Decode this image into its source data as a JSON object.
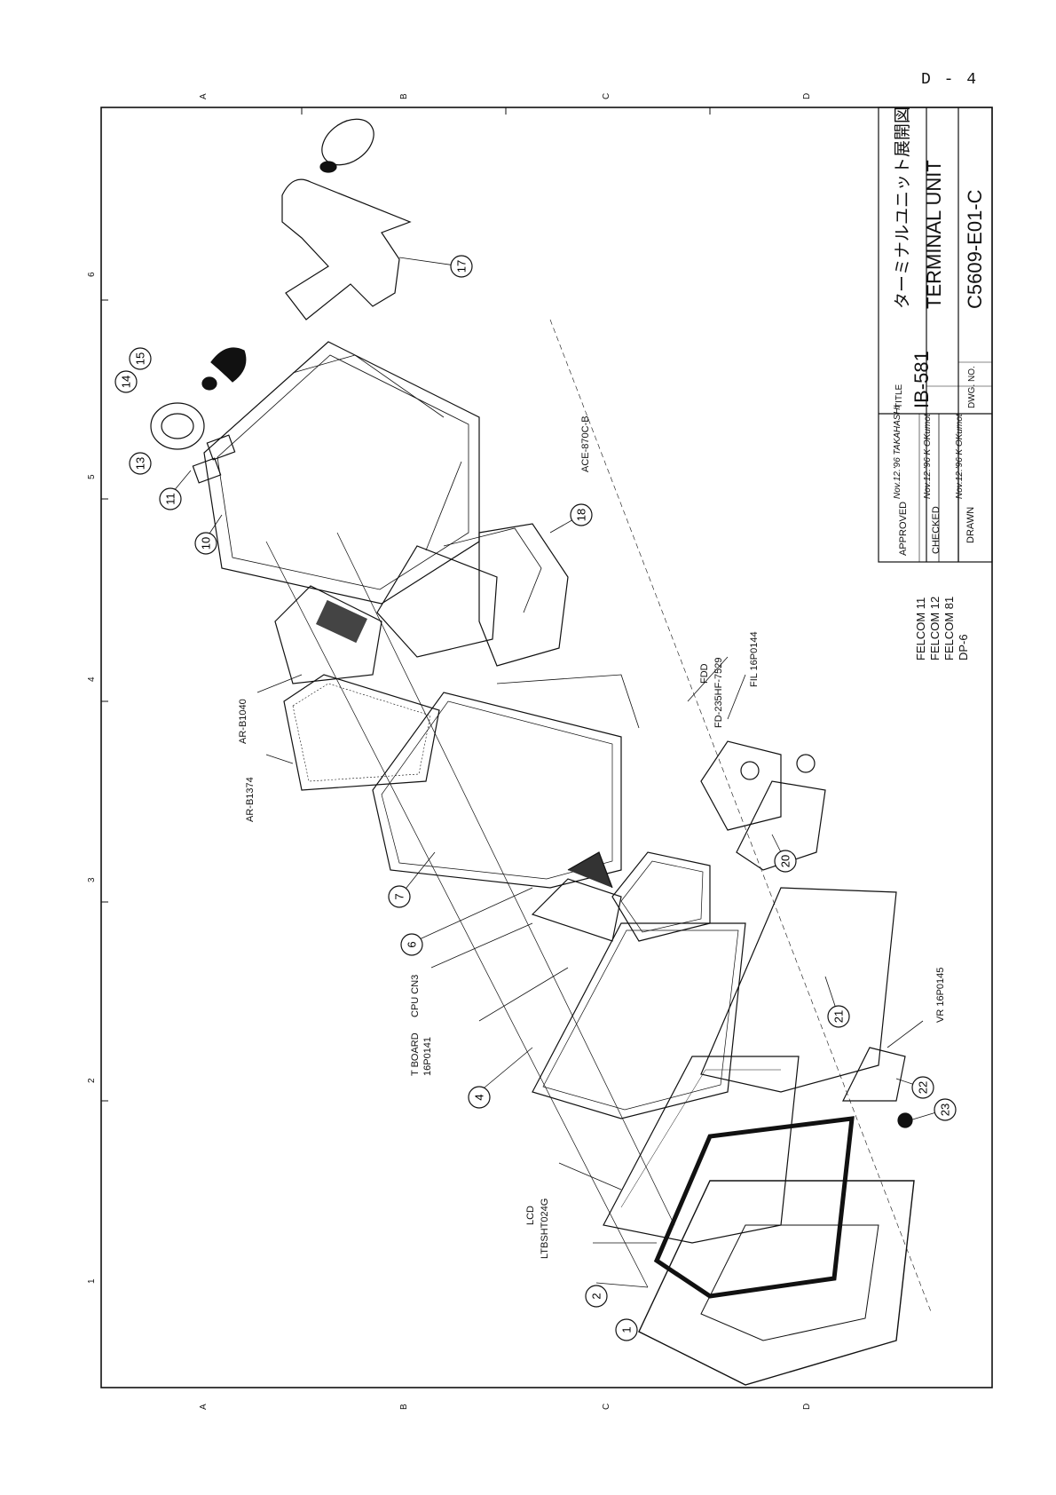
{
  "page_number": "D - 4",
  "zones": {
    "top": [
      "A",
      "B",
      "C",
      "D"
    ],
    "bottom": [
      "A",
      "B",
      "C",
      "D"
    ],
    "left": [
      "6",
      "5",
      "4",
      "3",
      "2",
      "1"
    ]
  },
  "title_block": {
    "approved_label": "APPROVED",
    "approved_value": "Nov.12.'96 TAKAHASHI",
    "checked_label": "CHECKED",
    "checked_value": "Nov.12.'96 K OKumot",
    "drawn_label": "DRAWN",
    "drawn_value": "Nov.12.'96 K OKumot",
    "title_label": "TITLE",
    "model": "IB-581",
    "title_jp": "ターミナルユニット展開図",
    "title_en": "TERMINAL UNIT",
    "dwg_no_label": "DWG. NO.",
    "dwg_no": "C5609-E01-C"
  },
  "applicable_models": [
    "FELCOM 11",
    "FELCOM 12",
    "FELCOM 81",
    "DP-6"
  ],
  "part_labels": {
    "ace": "ACE-870C-B",
    "ar1040": "AR-B1040",
    "ar1374": "AR-B1374",
    "fdd": "FDD",
    "fdd_model": "FD-235HF-7529",
    "fil": "FIL 16P0144",
    "tboard": "T BOARD",
    "tboard_no": "16P0141",
    "cpucn3": "CPU CN3",
    "lcd": "LCD",
    "lcd_model": "LTBSHT024G",
    "vr": "VR 16P0145"
  },
  "balloons": [
    "1",
    "2",
    "4",
    "6",
    "7",
    "10",
    "11",
    "13",
    "14",
    "15",
    "17",
    "18",
    "20",
    "21",
    "22",
    "23"
  ]
}
